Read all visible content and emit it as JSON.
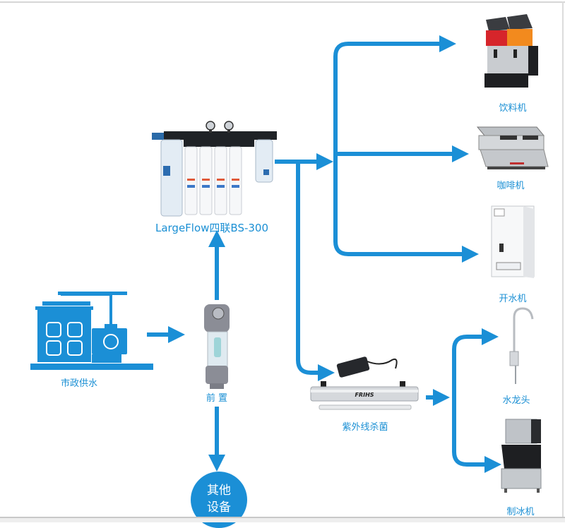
{
  "diagram": {
    "colors": {
      "flow": "#1B8FD6",
      "label": "#1A8FD4",
      "background": "#FFFFFF"
    },
    "nodes": {
      "municipal": {
        "label": "市政供水",
        "icon": "building-pump-icon"
      },
      "prefilter": {
        "label": "前 置",
        "icon": "pre-filter-icon"
      },
      "main_filter": {
        "label": "LargeFlow四联BS-300",
        "icon": "quad-filter-system-icon"
      },
      "other": {
        "label_line1": "其他",
        "label_line2": "设备"
      },
      "uv": {
        "label": "紫外线杀菌",
        "icon": "uv-sterilizer-icon"
      },
      "beverage": {
        "label": "饮料机",
        "icon": "beverage-dispenser-icon"
      },
      "coffee": {
        "label": "咖啡机",
        "icon": "espresso-machine-icon"
      },
      "boiler": {
        "label": "开水机",
        "icon": "water-boiler-icon"
      },
      "faucet": {
        "label": "水龙头",
        "icon": "faucet-icon"
      },
      "ice": {
        "label": "制冰机",
        "icon": "ice-machine-icon"
      }
    },
    "edges": [
      {
        "from": "市政供水",
        "to": "前 置"
      },
      {
        "from": "前 置",
        "to": "LargeFlow四联BS-300"
      },
      {
        "from": "前 置",
        "to": "其他设备"
      },
      {
        "from": "LargeFlow四联BS-300",
        "to": "饮料机"
      },
      {
        "from": "LargeFlow四联BS-300",
        "to": "咖啡机"
      },
      {
        "from": "LargeFlow四联BS-300",
        "to": "开水机"
      },
      {
        "from": "LargeFlow四联BS-300",
        "to": "紫外线杀菌"
      },
      {
        "from": "紫外线杀菌",
        "to": "水龙头"
      },
      {
        "from": "紫外线杀菌",
        "to": "制冰机"
      }
    ],
    "brand_text": "FRIHS"
  }
}
